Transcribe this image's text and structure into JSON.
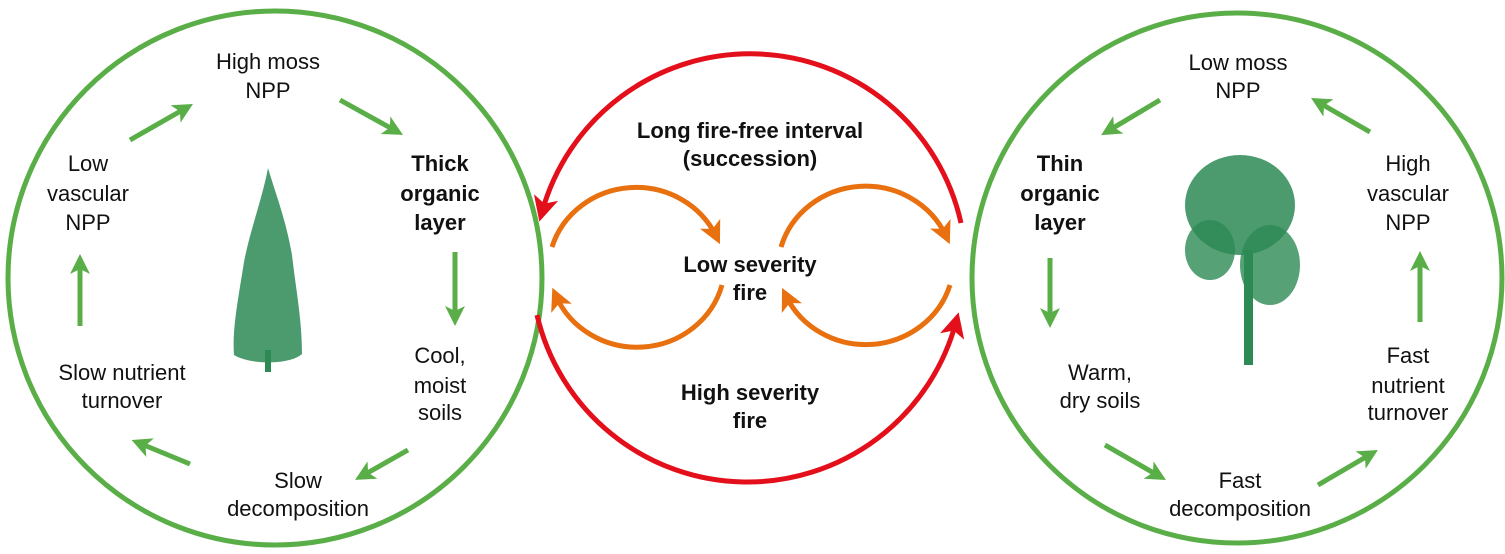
{
  "colors": {
    "green": "#5aae47",
    "red": "#e3101b",
    "orange": "#e8700f",
    "tree": "#2d8a55"
  },
  "left_cycle": {
    "top": [
      "High moss",
      "NPP"
    ],
    "right_top": [
      "Thick",
      "organic",
      "layer"
    ],
    "right_bottom": [
      "Cool,",
      "moist",
      "soils"
    ],
    "bottom": [
      "Slow",
      "decomposition"
    ],
    "left_bottom": [
      "Slow nutrient",
      "turnover"
    ],
    "left_top": [
      "Low",
      "vascular",
      "NPP"
    ],
    "tree_icon": "conifer-tree"
  },
  "center": {
    "top": [
      "Long fire-free interval",
      "(succession)"
    ],
    "middle": [
      "Low severity",
      "fire"
    ],
    "bottom": [
      "High severity",
      "fire"
    ]
  },
  "right_cycle": {
    "top": [
      "Low moss",
      "NPP"
    ],
    "left_top": [
      "Thin",
      "organic",
      "layer"
    ],
    "left_bottom": [
      "Warm,",
      "dry soils"
    ],
    "bottom": [
      "Fast",
      "decomposition"
    ],
    "right_bottom": [
      "Fast",
      "nutrient",
      "turnover"
    ],
    "right_top": [
      "High",
      "vascular",
      "NPP"
    ],
    "tree_icon": "deciduous-tree"
  }
}
